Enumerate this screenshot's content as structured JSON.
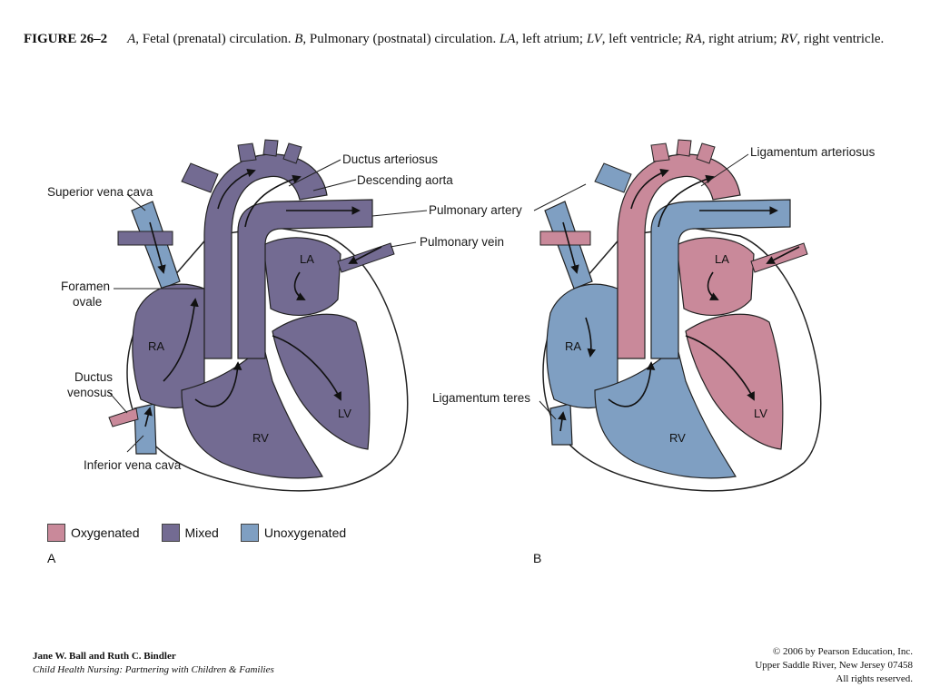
{
  "caption": {
    "figure": "FIGURE 26–2",
    "a_letter": "A",
    "a_text": ", Fetal (prenatal) circulation. ",
    "b_letter": "B",
    "b_text": ", Pulmonary (postnatal) circulation. ",
    "la": "LA",
    "la_text": ", left atrium; ",
    "lv": "LV",
    "lv_text": ", left ventricle; ",
    "ra": "RA",
    "ra_text": ", right atrium; ",
    "rv": "RV",
    "rv_text": ", right ventricle."
  },
  "labels": {
    "ductus_arteriosus": "Ductus arteriosus",
    "descending_aorta": "Descending aorta",
    "superior_vena_cava": "Superior vena cava",
    "pulmonary_artery": "Pulmonary artery",
    "pulmonary_vein": "Pulmonary vein",
    "foramen_ovale_1": "Foramen",
    "foramen_ovale_2": "ovale",
    "ductus_venosus_1": "Ductus",
    "ductus_venosus_2": "venosus",
    "inferior_vena_cava": "Inferior vena cava",
    "ligamentum_arteriosus": "Ligamentum arteriosus",
    "ligamentum_teres": "Ligamentum teres"
  },
  "chambers": {
    "la": "LA",
    "ra": "RA",
    "lv": "LV",
    "rv": "RV"
  },
  "legend": {
    "oxygenated": "Oxygenated",
    "mixed": "Mixed",
    "unoxygenated": "Unoxygenated"
  },
  "panels": {
    "a": "A",
    "b": "B"
  },
  "colors": {
    "oxygenated": "#c9899a",
    "mixed": "#736b92",
    "unoxygenated": "#7f9fc2"
  },
  "footer": {
    "authors": "Jane W. Ball and Ruth C. Bindler",
    "book": "Child Health Nursing: Partnering with Children & Families",
    "copyright": "© 2006 by Pearson Education, Inc.",
    "publisher": "Upper Saddle River, New Jersey 07458",
    "rights": "All rights reserved."
  }
}
